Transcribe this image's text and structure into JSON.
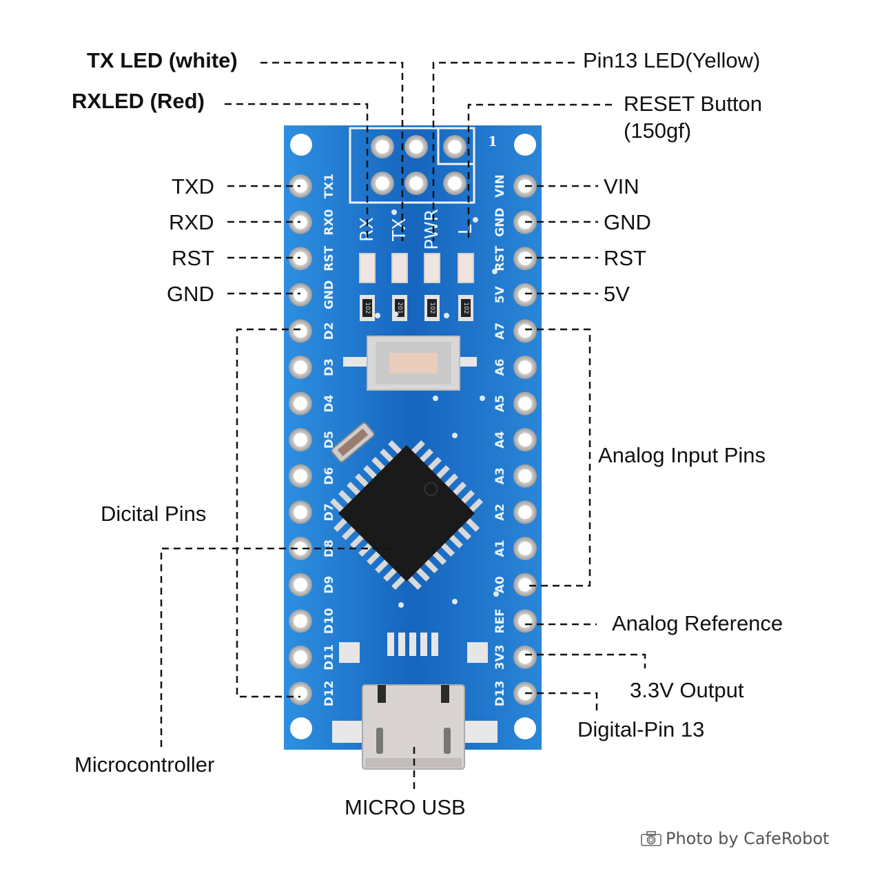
{
  "title": "Arduino Nano Pinout",
  "colors": {
    "board": "#1d6fc4",
    "board_dark": "#0f4f9c",
    "pad": "#d9d9d9",
    "hole": "#ffffff",
    "chip": "#1a1a1a",
    "line": "#111111",
    "text": "#111111",
    "credit": "#555555"
  },
  "callouts": {
    "tx_led": "TX LED (white)",
    "rx_led": "RXLED (Red)",
    "pin13_led": "Pin13 LED(Yellow)",
    "reset_button_line1": "RESET Button",
    "reset_button_line2": "(150gf)",
    "txd": "TXD",
    "rxd": "RXD",
    "rst_left": "RST",
    "gnd_left": "GND",
    "vin": "VIN",
    "gnd_right": "GND",
    "rst_right": "RST",
    "v5": "5V",
    "digital_pins": "Dicital Pins",
    "analog_input_pins": "Analog Input Pins",
    "analog_reference": "Analog Reference",
    "output_3v3": "3.3V Output",
    "digital_pin_13": "Digital-Pin 13",
    "microcontroller": "Microcontroller",
    "micro_usb": "MICRO USB"
  },
  "board": {
    "left_pins": [
      "TX1",
      "RX0",
      "RST",
      "GND",
      "D2",
      "D3",
      "D4",
      "D5",
      "D6",
      "D7",
      "D8",
      "D9",
      "D10",
      "D11",
      "D12"
    ],
    "right_pins": [
      "VIN",
      "GND",
      "RST",
      "5V",
      "A7",
      "A6",
      "A5",
      "A4",
      "A3",
      "A2",
      "A1",
      "A0",
      "REF",
      "3V3",
      "D13"
    ],
    "led_labels": [
      "RX",
      "TX",
      "PWR",
      "L"
    ],
    "resistor_codes": [
      "102",
      "201",
      "102",
      "102"
    ],
    "header_marker": "1"
  },
  "credit": {
    "icon": "camera-icon",
    "text": "Photo by CafeRobot"
  }
}
